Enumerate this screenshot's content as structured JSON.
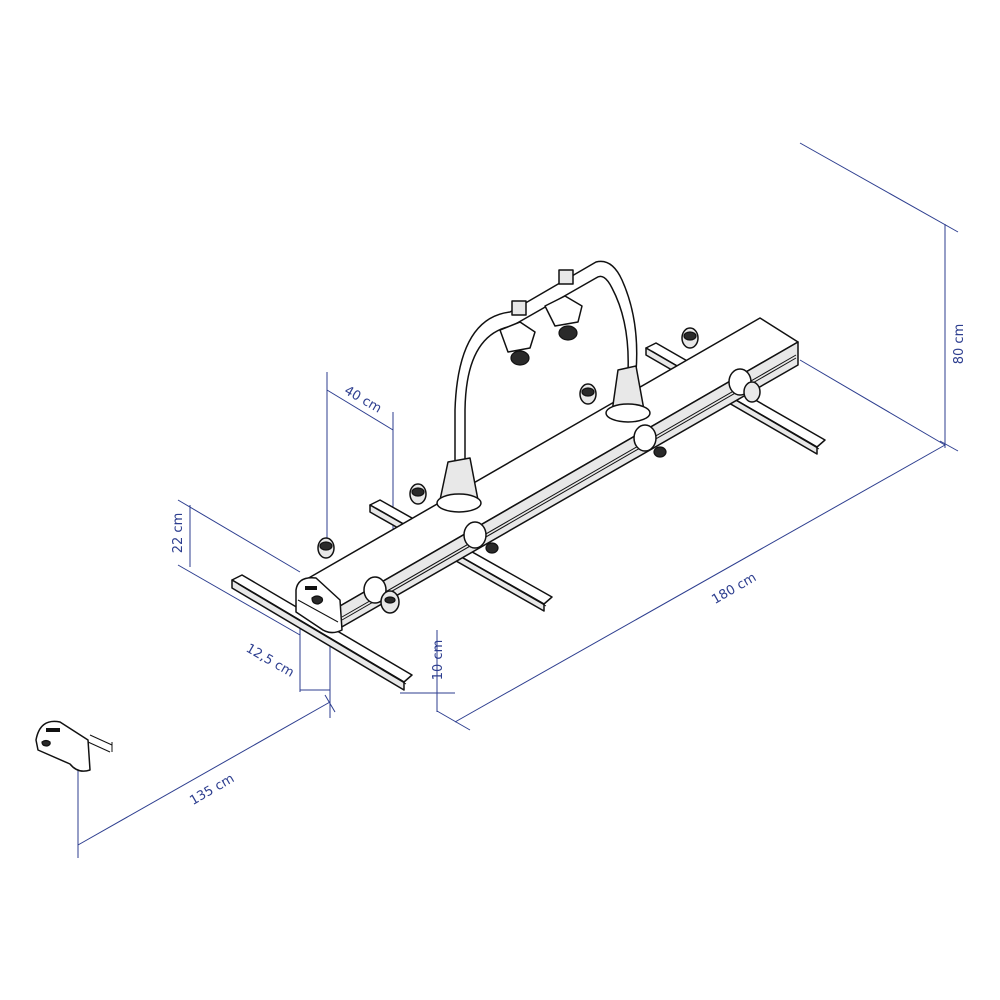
{
  "dimensions": {
    "height_total": "80 cm",
    "length": "180 cm",
    "width": "135 cm",
    "clearance": "40 cm",
    "beam_height": "22 cm",
    "end_cap_depth": "12,5 cm",
    "rail_height": "10 cm"
  },
  "colors": {
    "dimension": "#2d3e8f",
    "outline": "#111111"
  }
}
